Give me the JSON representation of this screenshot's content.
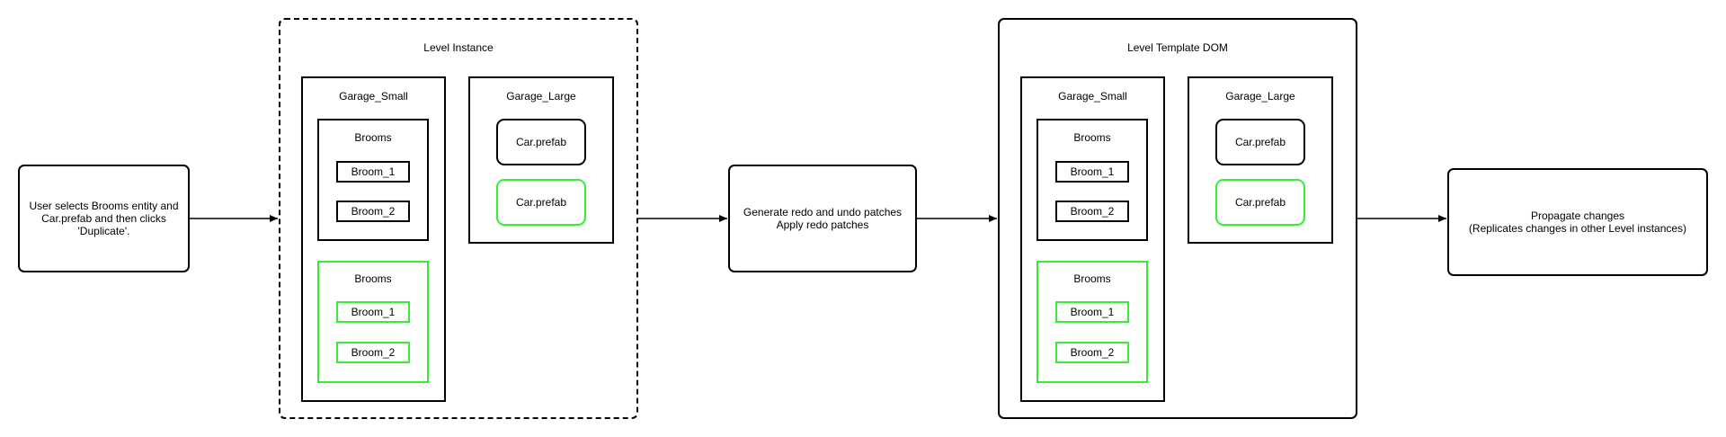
{
  "colors": {
    "default_border": "#000000",
    "new_item_border": "#33ee33",
    "connector": "#000000"
  },
  "step_user_action": {
    "text": "User selects Brooms entity and\nCar.prefab and then clicks\n'Duplicate'."
  },
  "level_instance": {
    "title": "Level Instance",
    "garage_small": {
      "title": "Garage_Small",
      "brooms_original": {
        "title": "Brooms",
        "items": [
          "Broom_1",
          "Broom_2"
        ]
      },
      "brooms_duplicate": {
        "title": "Brooms",
        "items": [
          "Broom_1",
          "Broom_2"
        ]
      }
    },
    "garage_large": {
      "title": "Garage_Large",
      "car_original": "Car.prefab",
      "car_duplicate": "Car.prefab"
    }
  },
  "step_patches": {
    "text": "Generate redo and undo patches\nApply redo patches"
  },
  "level_template_dom": {
    "title": "Level Template DOM",
    "garage_small": {
      "title": "Garage_Small",
      "brooms_original": {
        "title": "Brooms",
        "items": [
          "Broom_1",
          "Broom_2"
        ]
      },
      "brooms_duplicate": {
        "title": "Brooms",
        "items": [
          "Broom_1",
          "Broom_2"
        ]
      }
    },
    "garage_large": {
      "title": "Garage_Large",
      "car_original": "Car.prefab",
      "car_duplicate": "Car.prefab"
    }
  },
  "step_propagate": {
    "text": "Propagate changes\n(Replicates changes in other Level instances)"
  }
}
